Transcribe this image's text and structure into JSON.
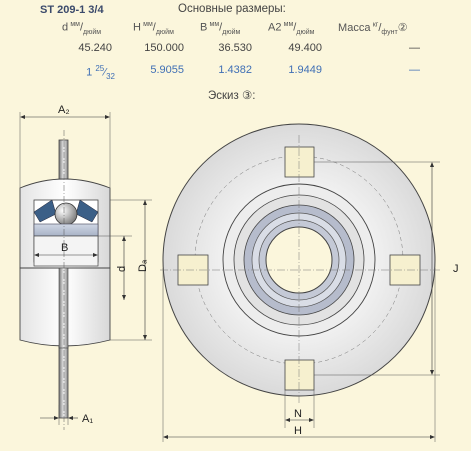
{
  "title": "ST 209-1 3/4",
  "main_header": "Основные размеры:",
  "sketch_header": "Эскиз ③:",
  "columns": [
    {
      "sym": "d",
      "unit_top": "мм",
      "unit_bot": "дюйм"
    },
    {
      "sym": "H",
      "unit_top": "мм",
      "unit_bot": "дюйм"
    },
    {
      "sym": "B",
      "unit_top": "мм",
      "unit_bot": "дюйм"
    },
    {
      "sym": "A2",
      "unit_top": "мм",
      "unit_bot": "дюйм"
    },
    {
      "sym": "Масса",
      "unit_top": "кг",
      "unit_bot": "фунт",
      "note": "②"
    }
  ],
  "row_mm": [
    "45.240",
    "150.000",
    "36.530",
    "49.400",
    "—"
  ],
  "row_inch": {
    "d_whole": "1",
    "d_num": "25",
    "d_den": "32",
    "values": [
      "5.9055",
      "1.4382",
      "1.9449",
      "—"
    ]
  },
  "labels": {
    "A2": "A₂",
    "A1": "A₁",
    "B": "B",
    "d": "d",
    "Da": "Dₐ",
    "J": "J",
    "N": "N",
    "H": "H"
  },
  "colors": {
    "background": "#fbf6dc",
    "inch_text": "#3f6fb5",
    "outline": "#333333"
  }
}
